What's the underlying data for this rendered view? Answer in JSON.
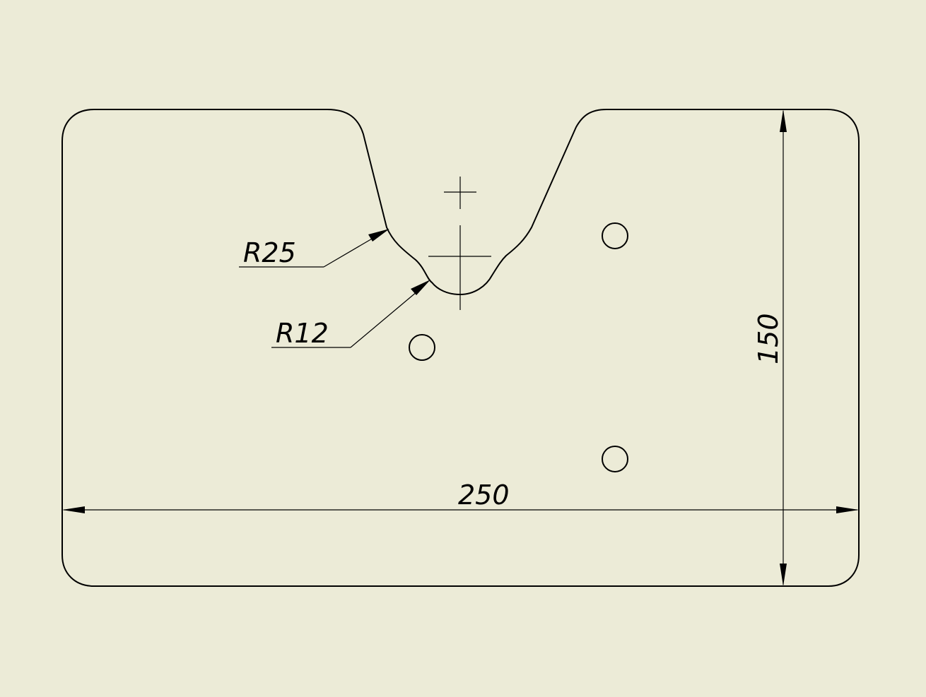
{
  "background_color": "#ECEBD7",
  "line_color": "#000000",
  "dimensions": {
    "width_label": "250",
    "height_label": "150",
    "radius_large_label": "R25",
    "radius_small_label": "R12"
  }
}
